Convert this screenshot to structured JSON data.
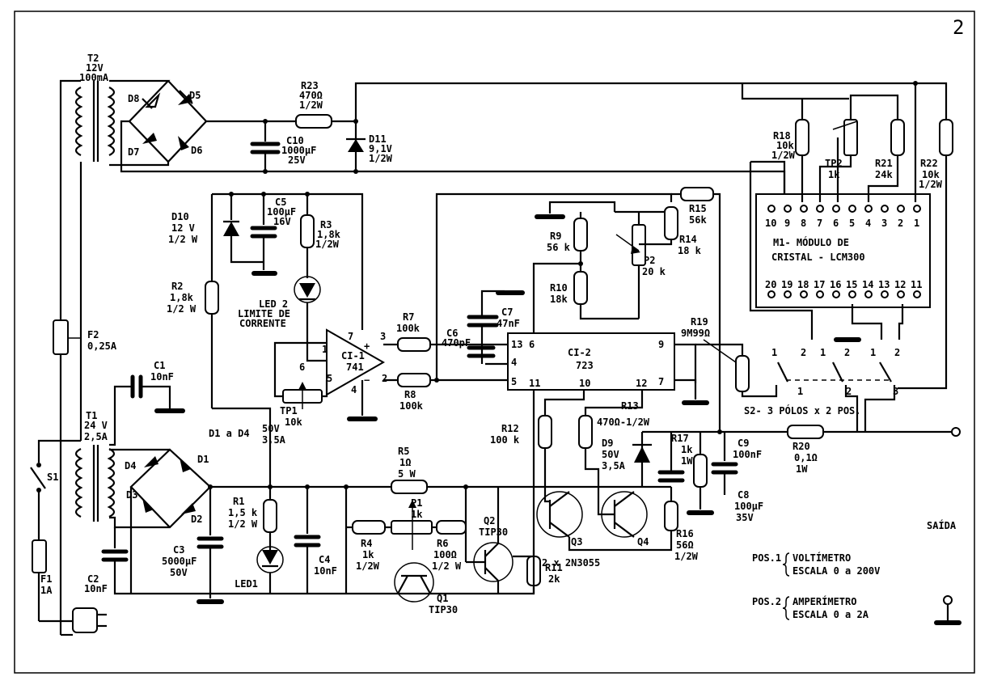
{
  "figure_number": "2",
  "labels": {
    "T2": [
      "T2",
      "12V",
      "100mA"
    ],
    "D8": [
      "D8"
    ],
    "D5": [
      "D5"
    ],
    "D7": [
      "D7"
    ],
    "D6": [
      "D6"
    ],
    "R23": [
      "R23",
      "470Ω",
      "1/2W"
    ],
    "C10": [
      "C10",
      "1000μF",
      "25V"
    ],
    "D11": [
      "D11",
      "9,1V",
      "1/2W"
    ],
    "C5": [
      "C5",
      "100μF",
      "16V"
    ],
    "D10": [
      "D10",
      "12 V",
      "1/2 W"
    ],
    "R3": [
      "R3",
      "1,8k",
      "1/2W"
    ],
    "R2": [
      "R2",
      "1,8k",
      "1/2 W"
    ],
    "LED2": [
      "LED 2",
      "LIMITE DE",
      "CORRENTE"
    ],
    "CI1": [
      "CI-1",
      "741"
    ],
    "TP1": [
      "TP1",
      "10k"
    ],
    "F2": [
      "F2",
      "0,25A"
    ],
    "C1": [
      "C1",
      "10nF"
    ],
    "T1": [
      "T1",
      "24 V",
      "2,5A"
    ],
    "D1aD4": [
      "D1 a D4",
      "50V",
      "3,5A"
    ],
    "S1": [
      "S1"
    ],
    "F1": [
      "F1",
      "1A"
    ],
    "C2": [
      "C2",
      "10nF"
    ],
    "D4": [
      "D4"
    ],
    "D1": [
      "D1"
    ],
    "D3": [
      "D3"
    ],
    "D2": [
      "D2"
    ],
    "C3": [
      "C3",
      "5000μF",
      "50V"
    ],
    "R1": [
      "R1",
      "1,5 k",
      "1/2 W"
    ],
    "LED1": [
      "LED1"
    ],
    "C4": [
      "C4",
      "10nF"
    ],
    "R7": [
      "R7",
      "100k"
    ],
    "R8": [
      "R8",
      "100k"
    ],
    "C6": [
      "C6",
      "470pF"
    ],
    "C7": [
      "C7",
      "47nF"
    ],
    "R9": [
      "R9",
      "56 k"
    ],
    "R10": [
      "R10",
      "18k"
    ],
    "P2": [
      "P2",
      "20 k"
    ],
    "R14": [
      "R14",
      "18 k"
    ],
    "R15": [
      "R15",
      "56k"
    ],
    "CI2": [
      "CI-2",
      "723"
    ],
    "R12": [
      "R12",
      "100 k"
    ],
    "R13": [
      "R13",
      "470Ω-1/2W"
    ],
    "R5": [
      "R5",
      "1Ω",
      "5 W"
    ],
    "P1": [
      "P1",
      "1k"
    ],
    "R4": [
      "R4",
      "1k",
      "1/2W"
    ],
    "R6": [
      "R6",
      "100Ω",
      "1/2 W"
    ],
    "Q1": [
      "Q1",
      "TIP30"
    ],
    "Q2": [
      "Q2",
      "TIP30"
    ],
    "R11": [
      "R11",
      "2k"
    ],
    "Q3Q4": [
      "2 x 2N3055"
    ],
    "Q3": [
      "Q3"
    ],
    "Q4": [
      "Q4"
    ],
    "D9": [
      "D9",
      "50V",
      "3,5A"
    ],
    "R17": [
      "R17",
      "1k",
      "1W"
    ],
    "C9": [
      "C9",
      "100nF"
    ],
    "C8": [
      "C8",
      "100μF",
      "35V"
    ],
    "R16": [
      "R16",
      "56Ω",
      "1/2W"
    ],
    "R20": [
      "R20",
      "0,1Ω",
      "1W"
    ],
    "R18": [
      "R18",
      "10k",
      "1/2W"
    ],
    "TP2": [
      "TP2",
      "1k"
    ],
    "R21": [
      "R21",
      "24k"
    ],
    "R22": [
      "R22",
      "10k",
      "1/2W"
    ],
    "R19": [
      "R19",
      "9M99Ω"
    ],
    "M1": [
      "M1- MÓDULO DE",
      "CRISTAL - LCM300"
    ],
    "S2": [
      "S2- 3 PÓLOS x 2 POS."
    ],
    "SAIDA": [
      "SAÍDA"
    ],
    "POS1": [
      "POS.1",
      "VOLTÍMETRO",
      "ESCALA 0 a 200V"
    ],
    "POS2": [
      "POS.2",
      "AMPERÍMETRO",
      "ESCALA 0 a 2A"
    ]
  },
  "pins": {
    "ci1": [
      "7",
      "3",
      "1",
      "6",
      "5",
      "2",
      "4",
      "+",
      "−"
    ],
    "ci2": [
      "13",
      "6",
      "9",
      "4",
      "5",
      "11",
      "10",
      "12",
      "7"
    ],
    "m1_top": [
      "10",
      "9",
      "8",
      "7",
      "6",
      "5",
      "4",
      "3",
      "2",
      "1"
    ],
    "m1_bottom": [
      "20",
      "19",
      "18",
      "17",
      "16",
      "15",
      "14",
      "13",
      "12",
      "11"
    ],
    "s2": [
      "1",
      "2",
      "1",
      "1",
      "2",
      "2",
      "1",
      "2",
      "3"
    ]
  }
}
